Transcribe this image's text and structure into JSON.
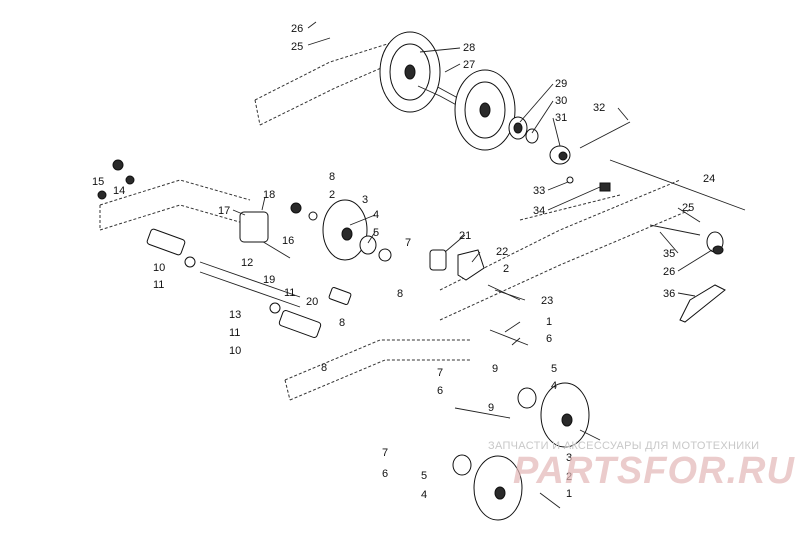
{
  "diagram": {
    "callouts": [
      {
        "id": "c26a",
        "label": "26"
      },
      {
        "id": "c25a",
        "label": "25"
      },
      {
        "id": "c28",
        "label": "28"
      },
      {
        "id": "c27",
        "label": "27"
      },
      {
        "id": "c29",
        "label": "29"
      },
      {
        "id": "c30",
        "label": "30"
      },
      {
        "id": "c31",
        "label": "31"
      },
      {
        "id": "c32",
        "label": "32"
      },
      {
        "id": "c33",
        "label": "33"
      },
      {
        "id": "c34",
        "label": "34"
      },
      {
        "id": "c24",
        "label": "24"
      },
      {
        "id": "c25b",
        "label": "25"
      },
      {
        "id": "c35",
        "label": "35"
      },
      {
        "id": "c26b",
        "label": "26"
      },
      {
        "id": "c36",
        "label": "36"
      },
      {
        "id": "c15",
        "label": "15"
      },
      {
        "id": "c14",
        "label": "14"
      },
      {
        "id": "c18",
        "label": "18"
      },
      {
        "id": "c17",
        "label": "17"
      },
      {
        "id": "c16",
        "label": "16"
      },
      {
        "id": "c8a",
        "label": "8"
      },
      {
        "id": "c2a",
        "label": "2"
      },
      {
        "id": "c3a",
        "label": "3"
      },
      {
        "id": "c4a",
        "label": "4"
      },
      {
        "id": "c5a",
        "label": "5"
      },
      {
        "id": "c21",
        "label": "21"
      },
      {
        "id": "c22",
        "label": "22"
      },
      {
        "id": "c2b",
        "label": "2"
      },
      {
        "id": "c10a",
        "label": "10"
      },
      {
        "id": "c11a",
        "label": "11"
      },
      {
        "id": "c12",
        "label": "12"
      },
      {
        "id": "c19",
        "label": "19"
      },
      {
        "id": "c11b",
        "label": "11"
      },
      {
        "id": "c20",
        "label": "20"
      },
      {
        "id": "c8b",
        "label": "8"
      },
      {
        "id": "c7a",
        "label": "7"
      },
      {
        "id": "c23",
        "label": "23"
      },
      {
        "id": "c13",
        "label": "13"
      },
      {
        "id": "c11c",
        "label": "11"
      },
      {
        "id": "c10b",
        "label": "10"
      },
      {
        "id": "c8c",
        "label": "8"
      },
      {
        "id": "c1a",
        "label": "1"
      },
      {
        "id": "c6a",
        "label": "6"
      },
      {
        "id": "c8d",
        "label": "8"
      },
      {
        "id": "c5b",
        "label": "5"
      },
      {
        "id": "c9a",
        "label": "9"
      },
      {
        "id": "c7b",
        "label": "7"
      },
      {
        "id": "c6b",
        "label": "6"
      },
      {
        "id": "c4b",
        "label": "4"
      },
      {
        "id": "c9b",
        "label": "9"
      },
      {
        "id": "c7c",
        "label": "7"
      },
      {
        "id": "c6c",
        "label": "6"
      },
      {
        "id": "c5c",
        "label": "5"
      },
      {
        "id": "c4c",
        "label": "4"
      },
      {
        "id": "c3b",
        "label": "3"
      },
      {
        "id": "c2c",
        "label": "2"
      },
      {
        "id": "c1b",
        "label": "1"
      }
    ]
  },
  "watermark": {
    "caption": "ЗАПЧАСТИ И АКСЕССУАРЫ ДЛЯ МОТОТЕХНИКИ",
    "brand": "PARTSFOR.RU"
  }
}
